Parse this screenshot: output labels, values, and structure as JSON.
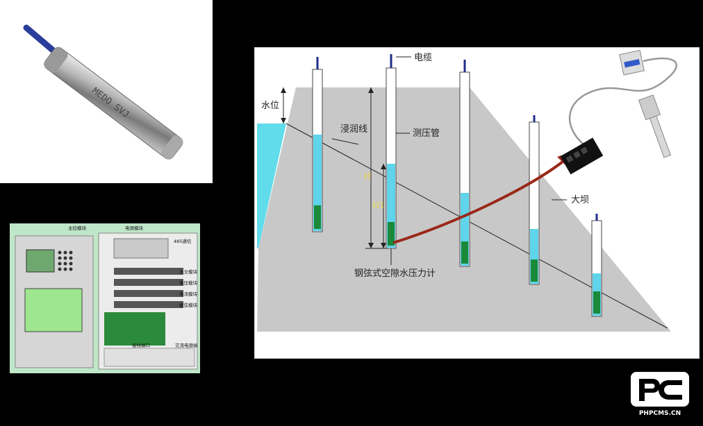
{
  "sensor_photo": {
    "engraving": "MEDO  SVJ"
  },
  "logger_photo": {
    "labels": {
      "main_module": "主控模块",
      "power_module": "电源模块",
      "port_485": "485通信",
      "hydro_module": "水文模块",
      "voltage_module": "电压模块",
      "current_module": "电流模块",
      "freq_module": "振弦模块",
      "terminal": "接线端口",
      "ac_power": "交流电源端"
    }
  },
  "diagram": {
    "labels": {
      "cable": "电缆",
      "water_level": "水位",
      "seepage_line": "浸润线",
      "piezometer_tube": "测压管",
      "h": "H",
      "h1": "H1",
      "dam": "大坝",
      "piezometer": "钢弦式空隙水压力计"
    },
    "colors": {
      "dam": "#c8c8c8",
      "water": "#60dcea",
      "tube_water": "#5fd4ea",
      "sensor": "#1a8a3a",
      "arrow": "#9a2818",
      "cable": "#1f2d8a"
    }
  },
  "logo": {
    "text": "PHPCMS.CN"
  }
}
